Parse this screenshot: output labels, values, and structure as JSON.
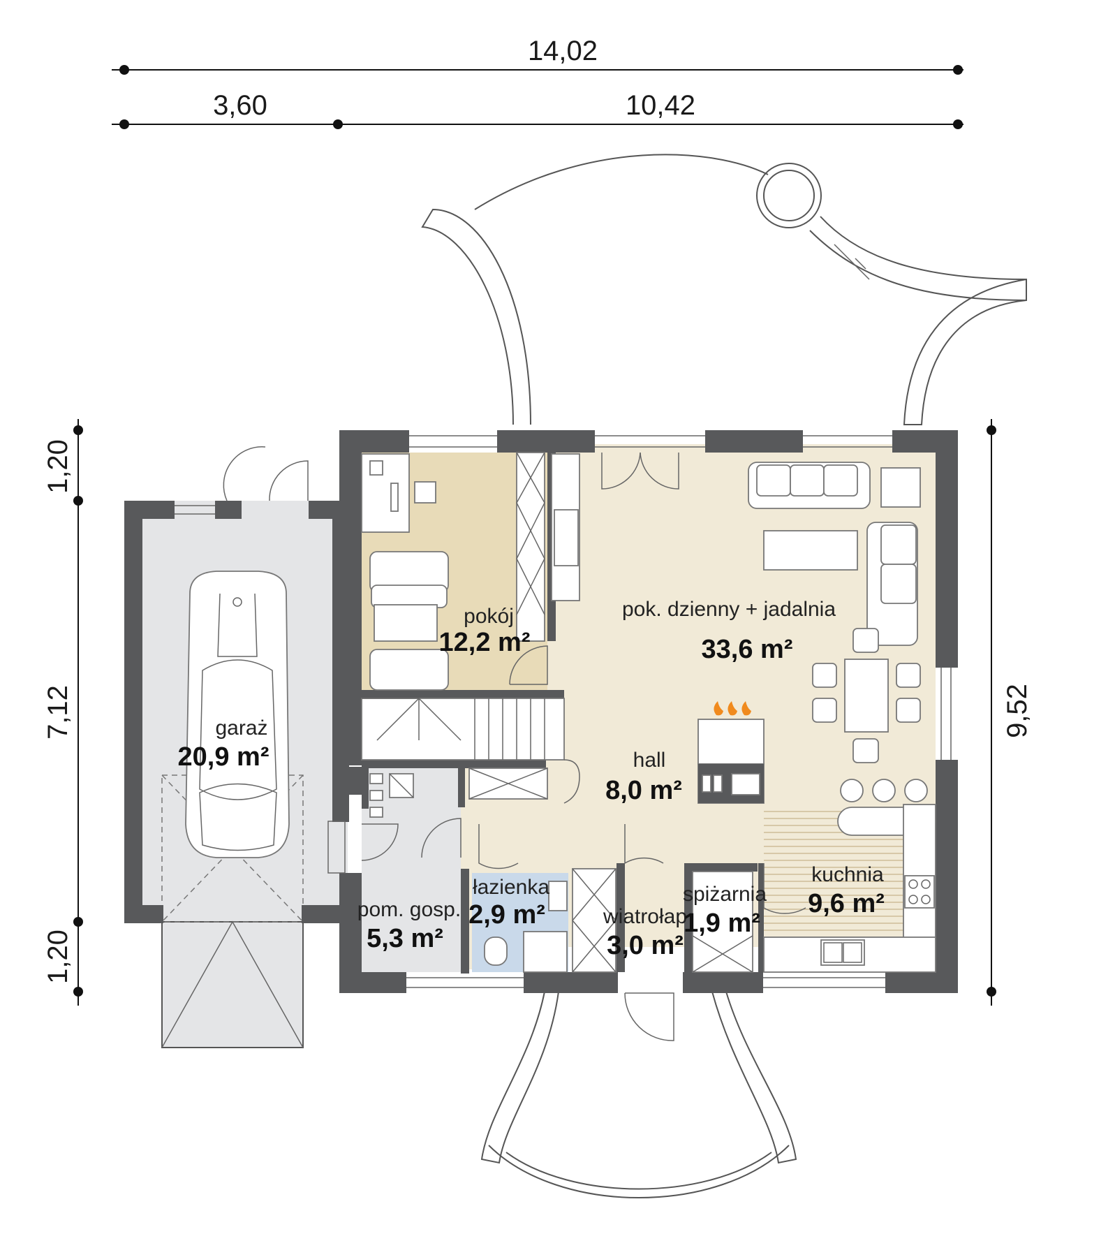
{
  "dimensions": {
    "top_total": "14,02",
    "top_left": "3,60",
    "top_right": "10,42",
    "left_top": "1,20",
    "left_mid": "7,12",
    "left_bottom": "1,20",
    "right_total": "9,52"
  },
  "rooms": {
    "pokoj": {
      "name": "pokój",
      "area": "12,2 m²"
    },
    "dzienny": {
      "name": "pok. dzienny + jadalnia",
      "area": "33,6 m²"
    },
    "garaz": {
      "name": "garaż",
      "area": "20,9 m²"
    },
    "hall": {
      "name": "hall",
      "area": "8,0 m²"
    },
    "lazienka": {
      "name": "łazienka",
      "area": "2,9 m²"
    },
    "pomgosp": {
      "name": "pom. gosp.",
      "area": "5,3 m²"
    },
    "wiatrolap": {
      "name": "wiatrołap",
      "area": "3,0 m²"
    },
    "spizarnia": {
      "name": "spiżarnia",
      "area": "1,9 m²"
    },
    "kuchnia": {
      "name": "kuchnia",
      "area": "9,6 m²"
    }
  },
  "colors": {
    "wall": "#58595b",
    "living": "#f1ead7",
    "pokoj": "#e8dbb8",
    "utility": "#e4e5e7",
    "bathroom": "#c9d9ea",
    "fire": "#f08a1d"
  }
}
